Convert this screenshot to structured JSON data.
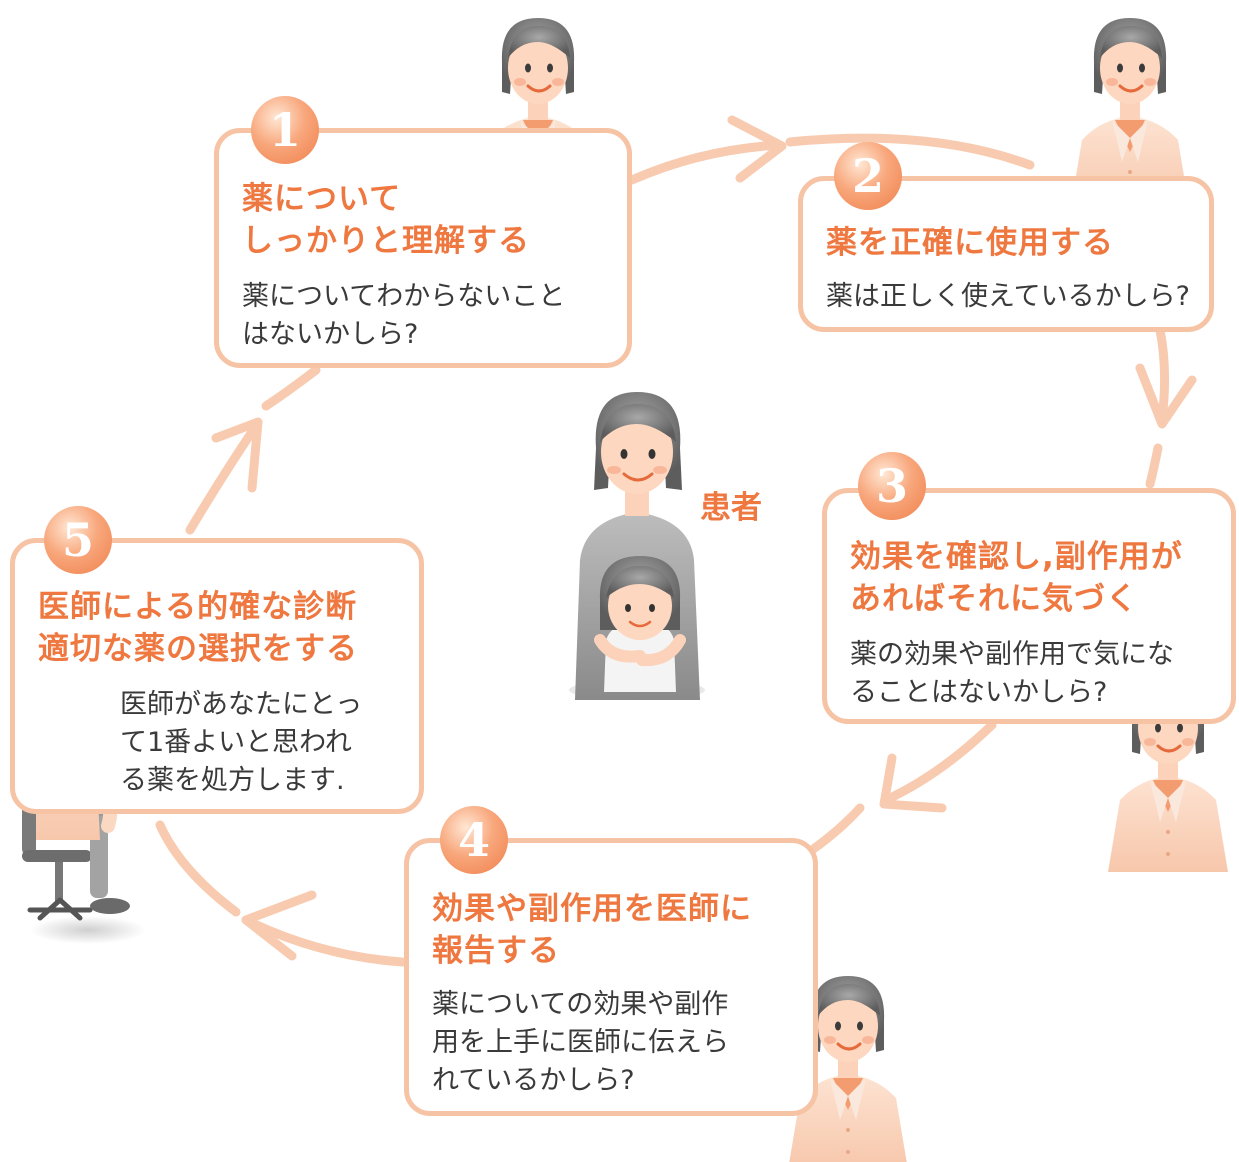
{
  "center_label": "患者",
  "steps": [
    {
      "number": "1",
      "title": [
        "薬について",
        "しっかりと理解する"
      ],
      "body": [
        "薬についてわからないこと",
        "はないかしら?"
      ]
    },
    {
      "number": "2",
      "title": [
        "薬を正確に使用する"
      ],
      "body": [
        "薬は正しく使えているかしら?"
      ]
    },
    {
      "number": "3",
      "title": [
        "効果を確認し,副作用が",
        "あればそれに気づく"
      ],
      "body": [
        "薬の効果や副作用で気にな",
        "ることはないかしら?"
      ]
    },
    {
      "number": "4",
      "title": [
        "効果や副作用を医師に",
        "報告する"
      ],
      "body": [
        "薬についての効果や副作",
        "用を上手に医師に伝えら",
        "れているかしら?"
      ]
    },
    {
      "number": "5",
      "title": [
        "医師による的確な診断",
        "適切な薬の選択をする"
      ],
      "body": [
        "医師があなたにとっ",
        "て1番よいと思われ",
        "る薬を処方します."
      ]
    }
  ],
  "colors": {
    "accent": "#ee7840",
    "border": "#f6c3a5",
    "arrow": "#f8cbb0",
    "text": "#3a3a3a"
  }
}
